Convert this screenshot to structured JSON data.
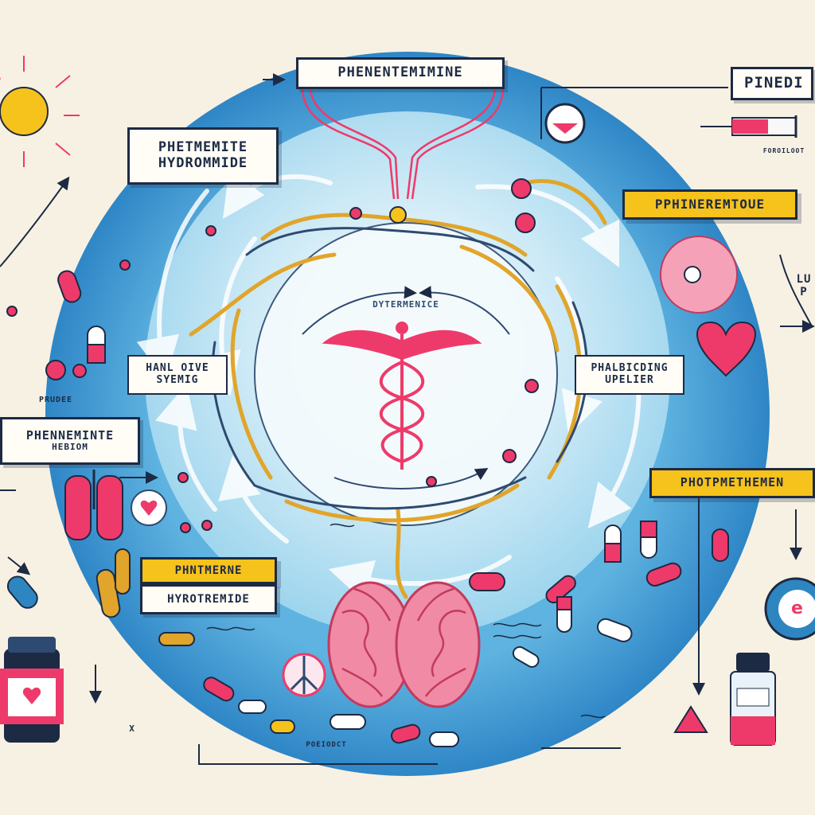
{
  "labels": {
    "top_center": "PHENENTEMIMINE",
    "top_right": "PINEDI",
    "left_upper": {
      "line1": "PHETMEMITE",
      "line2": "HYDROMMIDE"
    },
    "right_upper": "PPHINEREMTOUE",
    "inner_top": "DYTERMENICE",
    "mid_left": {
      "line1": "HANL OIVE",
      "line2": "SYEMIG"
    },
    "mid_right": {
      "line1": "PHALBICDING",
      "line2": "UPELIER"
    },
    "left_side": {
      "line1": "PHENNEMINTE",
      "line2": "HEBIOM"
    },
    "left_lower": {
      "line1": "PHNTMERNE",
      "line2": "HYROTREMIDE"
    },
    "right_lower": "PHOTPMETHEMEN",
    "right_edge": {
      "line1": "LU",
      "line2": "P"
    },
    "small_left": "PRUDEE",
    "small_right": "FOROILOOT",
    "bottom_center": "POEIODCT",
    "small_x": "X",
    "right_bubble": "e"
  },
  "colors": {
    "background": "#f7f1e3",
    "circle_outer": "#3f9ad3",
    "circle_inner": "#bfe6f3",
    "accent_pink": "#ee3a6a",
    "accent_yellow": "#f6c21c",
    "accent_orange": "#e0a52a",
    "ink": "#1d2a44",
    "organ_pink": "#f08aa5"
  },
  "icons": [
    "caduceus-icon",
    "brain-icon",
    "sun-icon",
    "heart-icon",
    "syringe-icon",
    "pill-bottle-icon",
    "capsule-icon",
    "peace-icon"
  ]
}
